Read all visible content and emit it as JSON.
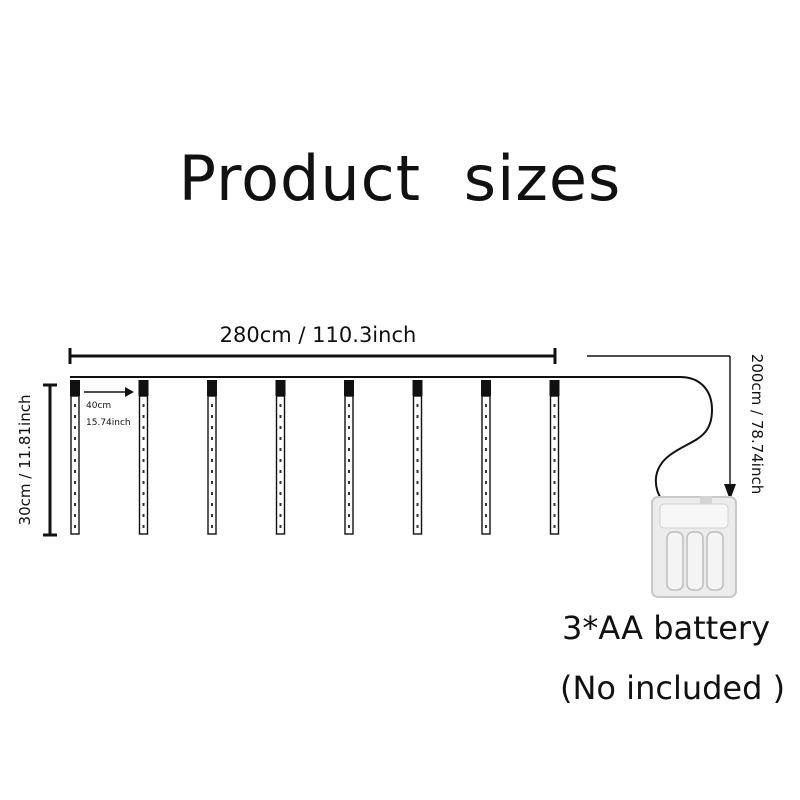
{
  "title": "Product  sizes",
  "dimensions": {
    "total_length": "280cm / 110.3inch",
    "tube_length": "30cm / 11.81inch",
    "spacing_cm": "40cm",
    "spacing_inch": "15.74inch",
    "cable_length": "200cm / 78.74inch"
  },
  "battery": {
    "label": "3*AA battery",
    "note": "(No included )"
  },
  "tube_count": 8,
  "colors": {
    "line": "#111111",
    "tube_fill": "#ffffff",
    "battery_box": "#e8e8e8"
  }
}
